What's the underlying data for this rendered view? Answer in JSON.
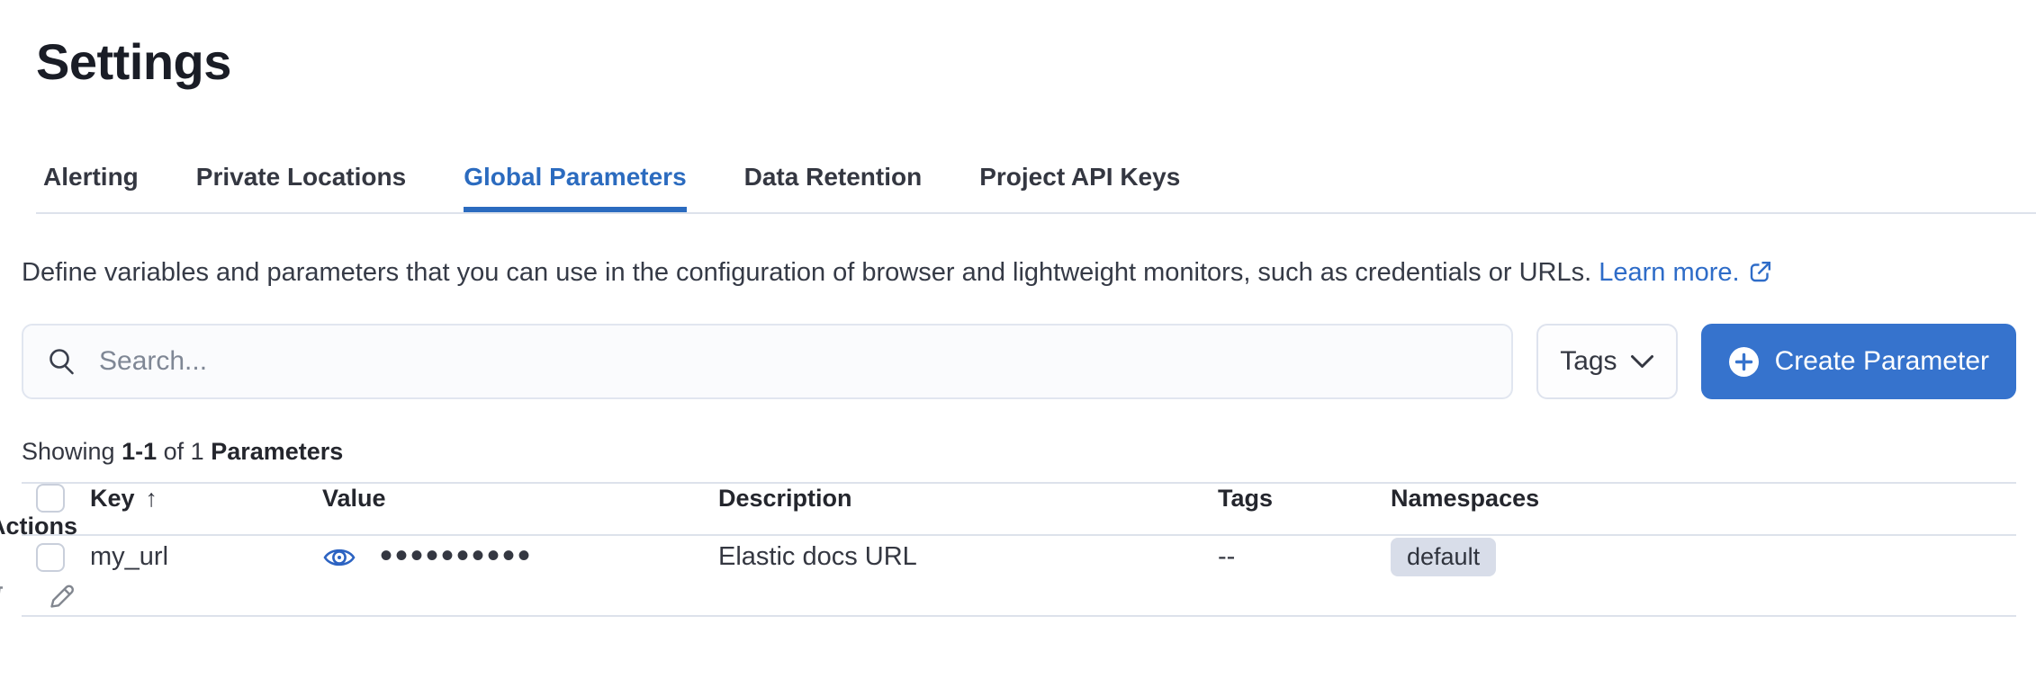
{
  "page": {
    "title": "Settings"
  },
  "tabs": [
    {
      "label": "Alerting",
      "active": false
    },
    {
      "label": "Private Locations",
      "active": false
    },
    {
      "label": "Global Parameters",
      "active": true
    },
    {
      "label": "Data Retention",
      "active": false
    },
    {
      "label": "Project API Keys",
      "active": false
    }
  ],
  "description": {
    "text": "Define variables and parameters that you can use in the configuration of browser and lightweight monitors, such as credentials or URLs.",
    "link_label": "Learn more.",
    "link_icon": "external-link-icon"
  },
  "toolbar": {
    "search_placeholder": "Search...",
    "search_icon": "magnifier-icon",
    "tags_filter_label": "Tags",
    "tags_filter_icon": "chevron-down-icon",
    "create_button_label": "Create Parameter",
    "create_button_icon": "plus-in-circle-filled-icon"
  },
  "summary": {
    "showing_label": "Showing",
    "range": "1-1",
    "of_label": "of 1",
    "entity_label": "Parameters"
  },
  "table": {
    "columns": [
      "Key",
      "Value",
      "Description",
      "Tags",
      "Namespaces",
      "Actions"
    ],
    "sort": {
      "column": "Key",
      "direction": "ascending"
    },
    "sort_arrow": "↑",
    "rows": [
      {
        "key": "my_url",
        "value_masked": "••••••••••",
        "value_icon": "eye-icon",
        "description": "Elastic docs URL",
        "tags": "--",
        "namespaces": [
          "default"
        ],
        "actions": [
          "trash-icon",
          "pencil-icon"
        ]
      }
    ]
  },
  "colors": {
    "primary_button": "#3673cd",
    "active_tab": "#2b6bbf",
    "link": "#2e6cc8",
    "text": "#343741",
    "border": "#dde2eb",
    "badge_bg": "#d8dde9",
    "input_bg": "#fafbfd"
  }
}
